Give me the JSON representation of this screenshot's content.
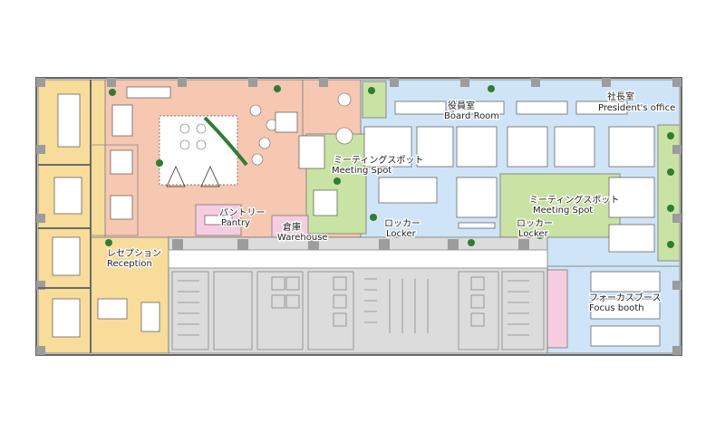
{
  "colors": {
    "meeting_rooms": "#f7dc9a",
    "lounge": "#f6c7b1",
    "office": "#cfe4f7",
    "meeting_spot": "#c9e3a4",
    "pantry": "#f6cde0",
    "core": "#dcdcdc",
    "corridor": "#ffffff",
    "plant": "#2f7d32"
  },
  "labels": {
    "board_room_jp": "役員室",
    "board_room_en": "Board Room",
    "president_jp": "社長室",
    "president_en": "President's office",
    "meeting_spot_left_jp": "ミーティングスポット",
    "meeting_spot_left_en": "Meeting Spot",
    "meeting_spot_right_jp": "ミーティングスポット",
    "meeting_spot_right_en": "Meeting Spot",
    "pantry_jp": "パントリー",
    "pantry_en": "Pantry",
    "warehouse_jp": "倉庫",
    "warehouse_en": "Warehouse",
    "locker_left_jp": "ロッカー",
    "locker_left_en": "Locker",
    "locker_right_jp": "ロッカー",
    "locker_right_en": "Locker",
    "reception_jp": "レセプション",
    "reception_en": "Reception",
    "focus_booth_jp": "フォーカスブース",
    "focus_booth_en": "Focus booth"
  }
}
